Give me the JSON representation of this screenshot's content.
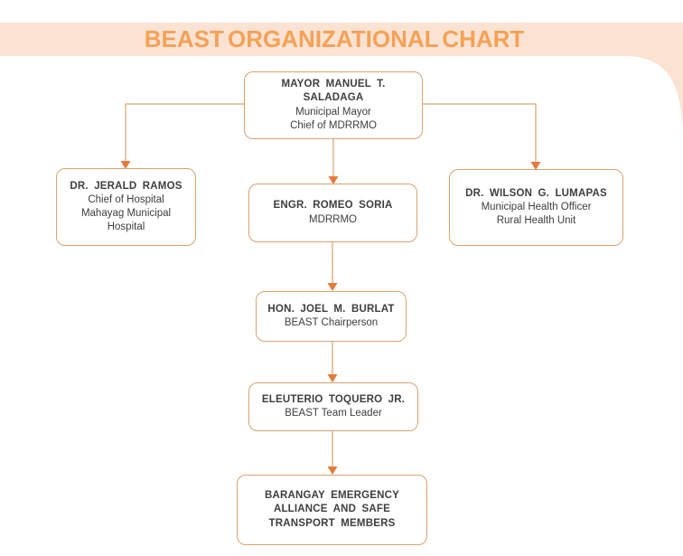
{
  "title": "BEAST ORGANIZATIONAL CHART",
  "colors": {
    "banner_bg": "#FBE3D4",
    "title_color": "#F6A155",
    "border_color": "#D9A26E",
    "line_color": "#D9A26E",
    "arrow_color": "#E5793A",
    "text_color": "#3E3E3E"
  },
  "nodes": {
    "mayor": {
      "name": "MAYOR MANUEL T.\nSALADAGA",
      "subtitle": "Municipal Mayor\nChief of MDRRMO"
    },
    "ramos": {
      "name": "DR. JERALD RAMOS",
      "subtitle": "Chief of Hospital\nMahayag Municipal\nHospital"
    },
    "soria": {
      "name": "ENGR. ROMEO SORIA",
      "subtitle": "MDRRMO"
    },
    "lumapas": {
      "name": "DR. WILSON G. LUMAPAS",
      "subtitle": "Municipal Health Officer\nRural Health Unit"
    },
    "burlat": {
      "name": "HON. JOEL M. BURLAT",
      "subtitle": "BEAST Chairperson"
    },
    "toquero": {
      "name": "ELEUTERIO TOQUERO JR.",
      "subtitle": "BEAST Team Leader"
    },
    "members": {
      "name": "BARANGAY EMERGENCY\nALLIANCE AND SAFE\nTRANSPORT MEMBERS",
      "subtitle": ""
    }
  }
}
